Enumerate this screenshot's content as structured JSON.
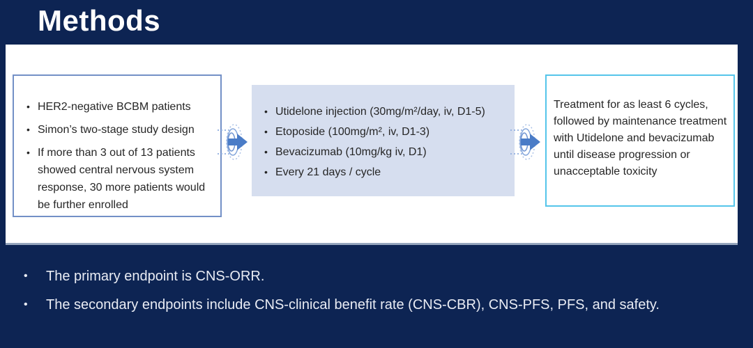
{
  "slide": {
    "title": "Methods",
    "flow": {
      "box1": {
        "items": [
          "HER2-negative BCBM patients",
          "Simon’s two-stage study design",
          "If more than 3 out of 13 patients showed central nervous system response, 30 more patients would be further enrolled"
        ]
      },
      "box2": {
        "items": [
          "Utidelone injection (30mg/m²/day, iv, D1-5)",
          "Etoposide (100mg/m², iv, D1-3)",
          "Bevacizumab (10mg/kg iv, D1)",
          "Every 21 days / cycle"
        ]
      },
      "box3": {
        "text": "Treatment for as least 6 cycles, followed by maintenance treatment with Utidelone and bevacizumab until disease progression or unacceptable toxicity"
      },
      "arrow_icon": "flow-arrow-icon"
    },
    "endpoints": [
      "The primary endpoint is CNS-ORR.",
      "The secondary endpoints include CNS-clinical benefit rate (CNS-CBR), CNS-PFS, PFS, and safety."
    ],
    "colors": {
      "background_navy": "#0d2453",
      "panel_white": "#ffffff",
      "box2_fill": "#d6deef",
      "box1_border": "#7390c6",
      "box3_border": "#55c5ea",
      "arrow_blue": "#4a7cc7",
      "endpoint_text": "#e9ecf4"
    }
  }
}
